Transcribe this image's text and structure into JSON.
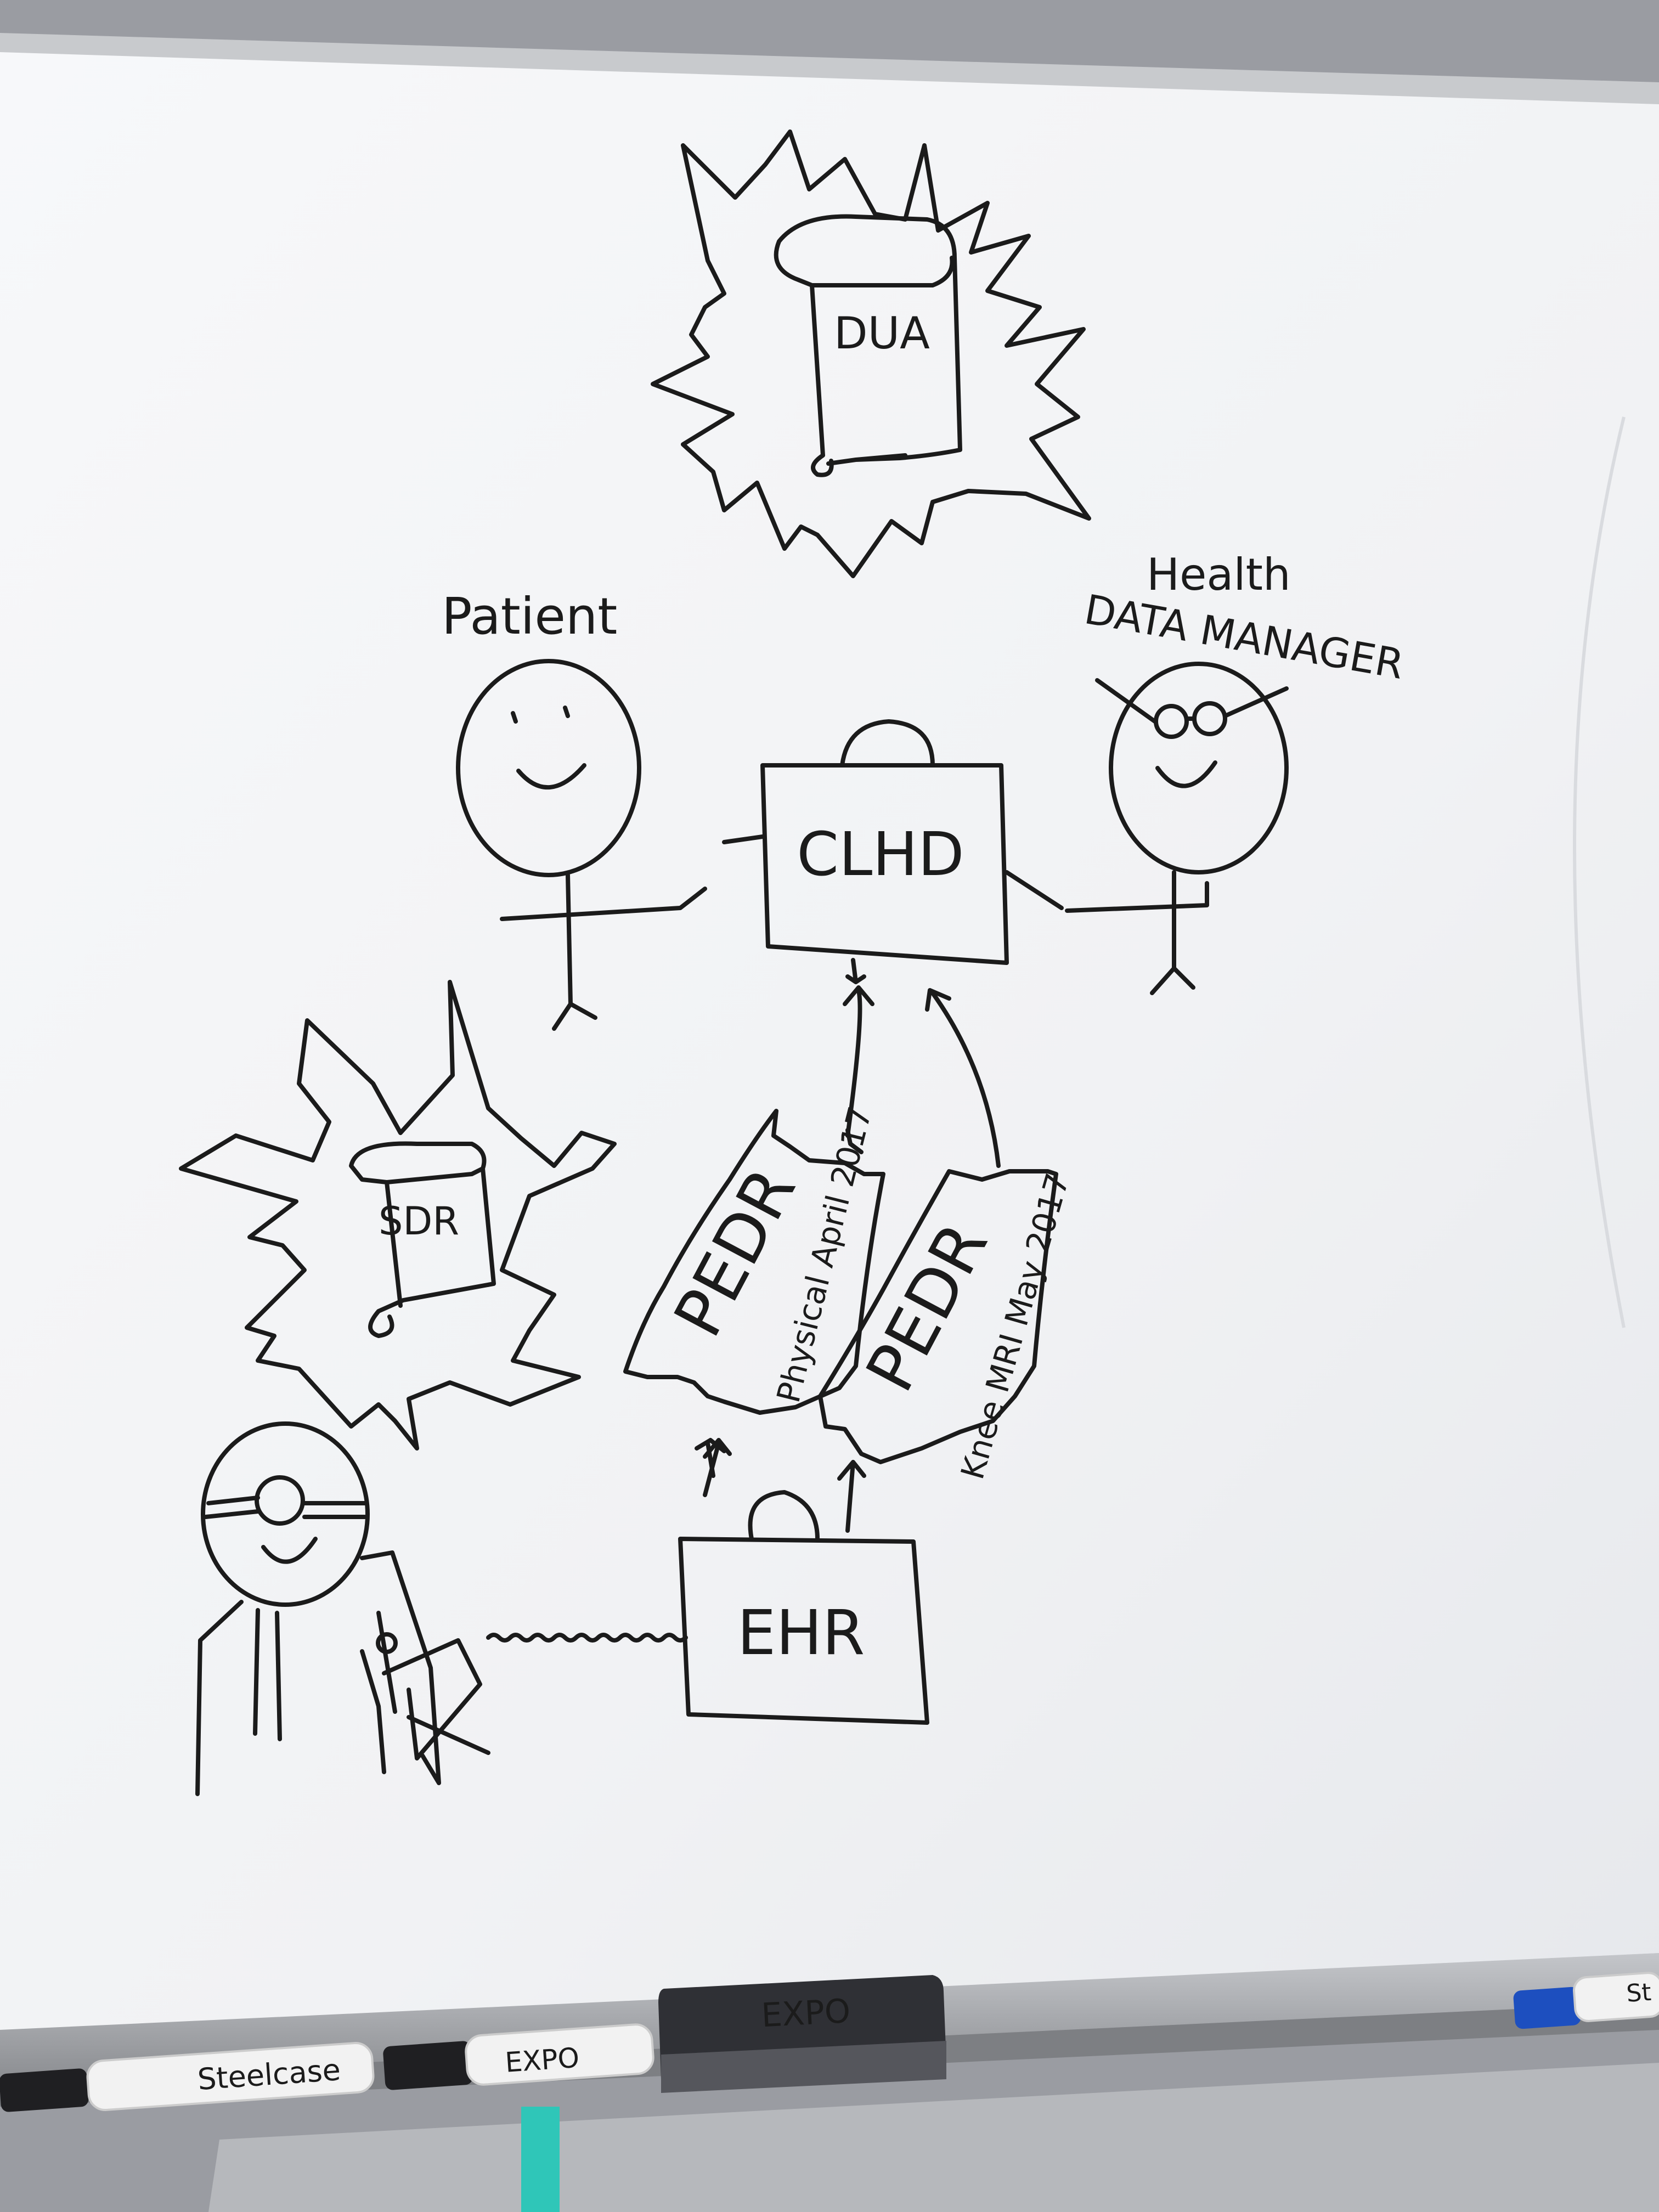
{
  "whiteboard": {
    "brand_tray": "Steelcase",
    "eraser_brand": "EXPO",
    "marker_brand": "EXPO",
    "marker_tab": "St"
  },
  "diagram": {
    "dua_label": "DUA",
    "patient_label": "Patient",
    "manager_label_line1": "Health",
    "manager_label_line2": "DATA MANAGER",
    "clhd_label": "CLHD",
    "sdr_label": "SDR",
    "pedr1_label": "PEDR",
    "pedr1_note": "Physical April 2017",
    "pedr2_label": "PEDR",
    "pedr2_note": "Knee MRI May 2017",
    "ehr_label": "EHR"
  },
  "colors": {
    "board": "#f4f5f7",
    "ink": "#1b1b1b",
    "frame": "#b9bcc1",
    "tray": "#9a9ca0",
    "eraser": "#2f3035",
    "marker_blue": "#1d4fbf",
    "tab_teal": "#2fc6b8"
  }
}
